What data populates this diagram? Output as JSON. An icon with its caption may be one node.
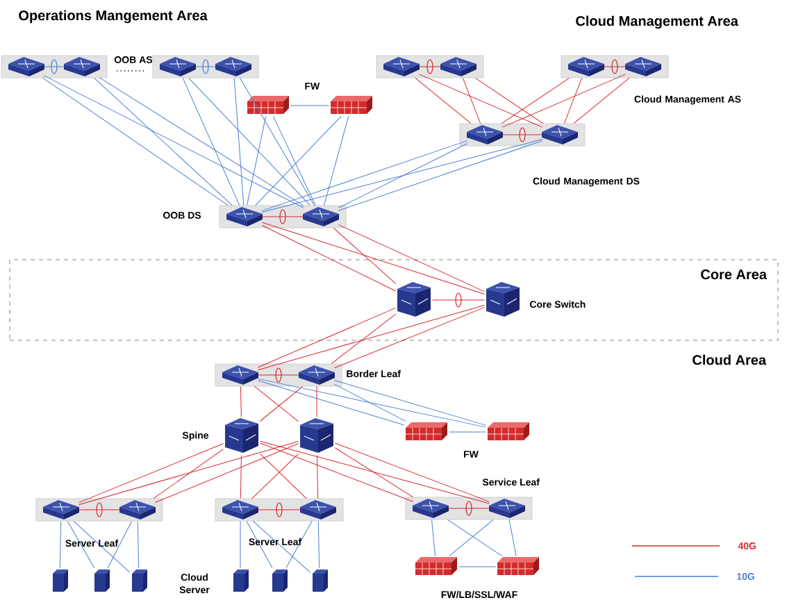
{
  "diagram": {
    "nodes": [
      {
        "text": [],
        "shape": "switch"
      },
      {
        "text": [],
        "shape": "switch"
      },
      {
        "text": [],
        "shape": "switch"
      },
      {
        "text": [],
        "shape": "switch"
      },
      {
        "text": [],
        "shape": "switch"
      },
      {
        "text": [],
        "shape": "switch"
      },
      {
        "text": [],
        "shape": "switch"
      },
      {
        "text": [],
        "shape": "switch"
      },
      {
        "text": [],
        "shape": "firewall"
      },
      {
        "text": [],
        "shape": "firewall"
      },
      {
        "text": [],
        "shape": "switch"
      },
      {
        "text": [],
        "shape": "switch"
      },
      {
        "text": [],
        "shape": "switch"
      },
      {
        "text": [],
        "shape": "switch"
      },
      {
        "text": [
          "Core Area"
        ]
      },
      {
        "text": [],
        "shape": "cube",
        "in": 14
      },
      {
        "text": [],
        "shape": "cube",
        "in": 14
      },
      {
        "text": [],
        "shape": "switch"
      },
      {
        "text": [],
        "shape": "switch"
      },
      {
        "text": [],
        "shape": "cube"
      },
      {
        "text": [],
        "shape": "cube"
      },
      {
        "text": [],
        "shape": "firewall"
      },
      {
        "text": [],
        "shape": "firewall"
      },
      {
        "text": [],
        "shape": "switch"
      },
      {
        "text": [],
        "shape": "switch"
      },
      {
        "text": [],
        "shape": "switch"
      },
      {
        "text": [],
        "shape": "switch"
      },
      {
        "text": [],
        "shape": "switch"
      },
      {
        "text": [],
        "shape": "switch"
      },
      {
        "text": [],
        "shape": "server"
      },
      {
        "text": [],
        "shape": "server"
      },
      {
        "text": [],
        "shape": "server"
      },
      {
        "text": [],
        "shape": "server"
      },
      {
        "text": [],
        "shape": "server"
      },
      {
        "text": [],
        "shape": "server"
      },
      {
        "text": [],
        "shape": "firewall"
      },
      {
        "text": [],
        "shape": "firewall"
      }
    ],
    "edges": [
      {
        "from": 0,
        "to": 1,
        "arrow": "none",
        "color": "#4a7fd4"
      },
      {
        "from": 2,
        "to": 3,
        "arrow": "none",
        "color": "#4a7fd4"
      },
      {
        "from": 0,
        "to": 12,
        "arrow": "none",
        "color": "#4a7fd4"
      },
      {
        "from": 0,
        "to": 13,
        "arrow": "none",
        "color": "#4a7fd4"
      },
      {
        "from": 1,
        "to": 12,
        "arrow": "none",
        "color": "#4a7fd4"
      },
      {
        "from": 1,
        "to": 13,
        "arrow": "none",
        "color": "#4a7fd4"
      },
      {
        "from": 2,
        "to": 12,
        "arrow": "none",
        "color": "#4a7fd4"
      },
      {
        "from": 2,
        "to": 13,
        "arrow": "none",
        "color": "#4a7fd4"
      },
      {
        "from": 3,
        "to": 12,
        "arrow": "none",
        "color": "#4a7fd4"
      },
      {
        "from": 3,
        "to": 13,
        "arrow": "none",
        "color": "#4a7fd4"
      },
      {
        "from": 8,
        "to": 9,
        "arrow": "none",
        "color": "#4a7fd4"
      },
      {
        "from": 8,
        "to": 12,
        "arrow": "none",
        "color": "#4a7fd4"
      },
      {
        "from": 8,
        "to": 13,
        "arrow": "none",
        "color": "#4a7fd4"
      },
      {
        "from": 9,
        "to": 12,
        "arrow": "none",
        "color": "#4a7fd4"
      },
      {
        "from": 9,
        "to": 13,
        "arrow": "none",
        "color": "#4a7fd4"
      },
      {
        "from": 10,
        "to": 12,
        "arrow": "none",
        "color": "#4a7fd4"
      },
      {
        "from": 10,
        "to": 13,
        "arrow": "none",
        "color": "#4a7fd4"
      },
      {
        "from": 11,
        "to": 12,
        "arrow": "none",
        "color": "#4a7fd4"
      },
      {
        "from": 11,
        "to": 13,
        "arrow": "none",
        "color": "#4a7fd4"
      },
      {
        "from": 4,
        "to": 5,
        "arrow": "none"
      },
      {
        "from": 6,
        "to": 7,
        "arrow": "none"
      },
      {
        "from": 10,
        "to": 11,
        "arrow": "none"
      },
      {
        "from": 4,
        "to": 10,
        "arrow": "none"
      },
      {
        "from": 4,
        "to": 11,
        "arrow": "none"
      },
      {
        "from": 5,
        "to": 10,
        "arrow": "none"
      },
      {
        "from": 5,
        "to": 11,
        "arrow": "none"
      },
      {
        "from": 6,
        "to": 10,
        "arrow": "none"
      },
      {
        "from": 6,
        "to": 11,
        "arrow": "none"
      },
      {
        "from": 7,
        "to": 10,
        "arrow": "none"
      },
      {
        "from": 7,
        "to": 11,
        "arrow": "none"
      },
      {
        "from": 12,
        "to": 13,
        "arrow": "none"
      },
      {
        "from": 12,
        "to": 15,
        "arrow": "none"
      },
      {
        "from": 12,
        "to": 16,
        "arrow": "none"
      },
      {
        "from": 13,
        "to": 15,
        "arrow": "none"
      },
      {
        "from": 13,
        "to": 16,
        "arrow": "none"
      },
      {
        "from": 15,
        "to": 16,
        "arrow": "none"
      },
      {
        "from": 15,
        "to": 17,
        "arrow": "none"
      },
      {
        "from": 15,
        "to": 18,
        "arrow": "none"
      },
      {
        "from": 16,
        "to": 17,
        "arrow": "none"
      },
      {
        "from": 16,
        "to": 18,
        "arrow": "none"
      },
      {
        "from": 17,
        "to": 18,
        "arrow": "none"
      },
      {
        "from": 17,
        "to": 19,
        "arrow": "none"
      },
      {
        "from": 17,
        "to": 20,
        "arrow": "none"
      },
      {
        "from": 18,
        "to": 19,
        "arrow": "none"
      },
      {
        "from": 18,
        "to": 20,
        "arrow": "none"
      },
      {
        "from": 17,
        "to": 21,
        "arrow": "none",
        "color": "#4a7fd4"
      },
      {
        "from": 17,
        "to": 22,
        "arrow": "none",
        "color": "#4a7fd4"
      },
      {
        "from": 18,
        "to": 21,
        "arrow": "none",
        "color": "#4a7fd4"
      },
      {
        "from": 18,
        "to": 22,
        "arrow": "none",
        "color": "#4a7fd4"
      },
      {
        "from": 21,
        "to": 22,
        "arrow": "none",
        "color": "#4a7fd4"
      },
      {
        "from": 19,
        "to": 23,
        "arrow": "none"
      },
      {
        "from": 19,
        "to": 24,
        "arrow": "none"
      },
      {
        "from": 19,
        "to": 25,
        "arrow": "none"
      },
      {
        "from": 19,
        "to": 26,
        "arrow": "none"
      },
      {
        "from": 19,
        "to": 27,
        "arrow": "none"
      },
      {
        "from": 19,
        "to": 28,
        "arrow": "none"
      },
      {
        "from": 20,
        "to": 23,
        "arrow": "none"
      },
      {
        "from": 20,
        "to": 24,
        "arrow": "none"
      },
      {
        "from": 20,
        "to": 25,
        "arrow": "none"
      },
      {
        "from": 20,
        "to": 26,
        "arrow": "none"
      },
      {
        "from": 20,
        "to": 27,
        "arrow": "none"
      },
      {
        "from": 20,
        "to": 28,
        "arrow": "none"
      },
      {
        "from": 23,
        "to": 24,
        "arrow": "none"
      },
      {
        "from": 25,
        "to": 26,
        "arrow": "none"
      },
      {
        "from": 27,
        "to": 28,
        "arrow": "none"
      },
      {
        "from": 23,
        "to": 29,
        "arrow": "none",
        "color": "#4a7fd4"
      },
      {
        "from": 23,
        "to": 30,
        "arrow": "none",
        "color": "#4a7fd4"
      },
      {
        "from": 23,
        "to": 31,
        "arrow": "none",
        "color": "#4a7fd4"
      },
      {
        "from": 24,
        "to": 30,
        "arrow": "none",
        "color": "#4a7fd4"
      },
      {
        "from": 24,
        "to": 31,
        "arrow": "none",
        "color": "#4a7fd4"
      },
      {
        "from": 25,
        "to": 32,
        "arrow": "none",
        "color": "#4a7fd4"
      },
      {
        "from": 25,
        "to": 33,
        "arrow": "none",
        "color": "#4a7fd4"
      },
      {
        "from": 25,
        "to": 34,
        "arrow": "none",
        "color": "#4a7fd4"
      },
      {
        "from": 26,
        "to": 33,
        "arrow": "none",
        "color": "#4a7fd4"
      },
      {
        "from": 26,
        "to": 34,
        "arrow": "none",
        "color": "#4a7fd4"
      },
      {
        "from": 27,
        "to": 35,
        "arrow": "none",
        "color": "#4a7fd4"
      },
      {
        "from": 27,
        "to": 36,
        "arrow": "none",
        "color": "#4a7fd4"
      },
      {
        "from": 28,
        "to": 35,
        "arrow": "none",
        "color": "#4a7fd4"
      },
      {
        "from": 28,
        "to": 36,
        "arrow": "none",
        "color": "#4a7fd4"
      },
      {
        "from": 35,
        "to": 36,
        "arrow": "none",
        "color": "#4a7fd4"
      }
    ],
    "labels": [
      "Operations Mangement Area",
      "Cloud Management Area",
      "OOB AS",
      "FW",
      "Cloud Management AS",
      "Cloud Management DS",
      "OOB DS",
      "Core Switch",
      "Cloud Area",
      "Border Leaf",
      "Spine",
      "FW",
      "Service Leaf",
      "Server Leaf",
      "Server Leaf",
      "Cloud Server",
      "FW/LB/SSL/WAF"
    ],
    "legend": [
      {
        "text": "40G",
        "color": "#d9262c"
      },
      {
        "text": "10G",
        "color": "#4a7fd4"
      }
    ]
  }
}
